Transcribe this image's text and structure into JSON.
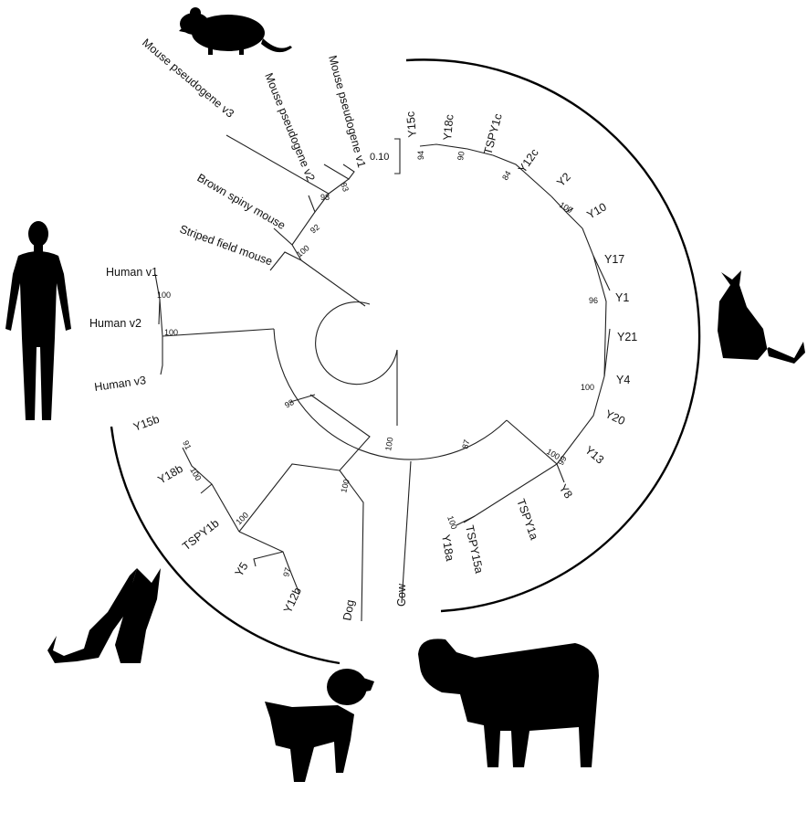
{
  "scale_bar": {
    "label": "0.10"
  },
  "tips": [
    {
      "id": "mouse_v1",
      "label": "Mouse pseudogene v1"
    },
    {
      "id": "mouse_v2",
      "label": "Mouse pseudogene v2"
    },
    {
      "id": "mouse_v3",
      "label": "Mouse pseudogene v3"
    },
    {
      "id": "brown_spiny",
      "label": "Brown spiny mouse"
    },
    {
      "id": "striped_field",
      "label": "Striped field mouse"
    },
    {
      "id": "human_v1",
      "label": "Human v1"
    },
    {
      "id": "human_v2",
      "label": "Human  v2"
    },
    {
      "id": "human_v3",
      "label": "Human v3"
    },
    {
      "id": "y15b",
      "label": "Y15b"
    },
    {
      "id": "y18b",
      "label": "Y18b"
    },
    {
      "id": "tspy1b",
      "label": "TSPY1b"
    },
    {
      "id": "y5",
      "label": "Y5"
    },
    {
      "id": "y12b",
      "label": "Y12b"
    },
    {
      "id": "dog",
      "label": "Dog"
    },
    {
      "id": "cow",
      "label": "Cow"
    },
    {
      "id": "y18a",
      "label": "Y18a"
    },
    {
      "id": "tspy15a",
      "label": "TSPY15a"
    },
    {
      "id": "tspy1a",
      "label": "TSPY1a"
    },
    {
      "id": "y8",
      "label": "Y8"
    },
    {
      "id": "y13",
      "label": "Y13"
    },
    {
      "id": "y20",
      "label": "Y20"
    },
    {
      "id": "y4",
      "label": "Y4"
    },
    {
      "id": "y21",
      "label": "Y21"
    },
    {
      "id": "y1",
      "label": "Y1"
    },
    {
      "id": "y17",
      "label": "Y17"
    },
    {
      "id": "y10",
      "label": "Y10"
    },
    {
      "id": "y2",
      "label": "Y2"
    },
    {
      "id": "y12c",
      "label": "Y12c"
    },
    {
      "id": "tspy1c",
      "label": "TSPY1c"
    },
    {
      "id": "y18c",
      "label": "Y18c"
    },
    {
      "id": "y15c",
      "label": "Y15c"
    }
  ],
  "bootstrap": [
    {
      "id": "b83",
      "value": "83"
    },
    {
      "id": "b98m",
      "value": "98"
    },
    {
      "id": "b92",
      "value": "92"
    },
    {
      "id": "b100rod",
      "value": "100"
    },
    {
      "id": "b100hum1",
      "value": "100"
    },
    {
      "id": "b100hum2",
      "value": "100"
    },
    {
      "id": "b98",
      "value": "98"
    },
    {
      "id": "b100root",
      "value": "100"
    },
    {
      "id": "b87",
      "value": "87"
    },
    {
      "id": "b91",
      "value": "91"
    },
    {
      "id": "b100y18b",
      "value": "100"
    },
    {
      "id": "b100catb",
      "value": "100"
    },
    {
      "id": "b97",
      "value": "97"
    },
    {
      "id": "b100dog",
      "value": "100"
    },
    {
      "id": "b100y18a",
      "value": "100"
    },
    {
      "id": "b100cata",
      "value": "100"
    },
    {
      "id": "b99",
      "value": "99"
    },
    {
      "id": "b100y4",
      "value": "100"
    },
    {
      "id": "b96",
      "value": "96"
    },
    {
      "id": "b100y10",
      "value": "100"
    },
    {
      "id": "b84",
      "value": "84"
    },
    {
      "id": "b90",
      "value": "90"
    },
    {
      "id": "b94",
      "value": "94"
    }
  ],
  "silhouettes": [
    "mouse-silhouette",
    "human-silhouette",
    "cat-silhouette",
    "cat-silhouette",
    "dog-silhouette",
    "cow-silhouette"
  ]
}
